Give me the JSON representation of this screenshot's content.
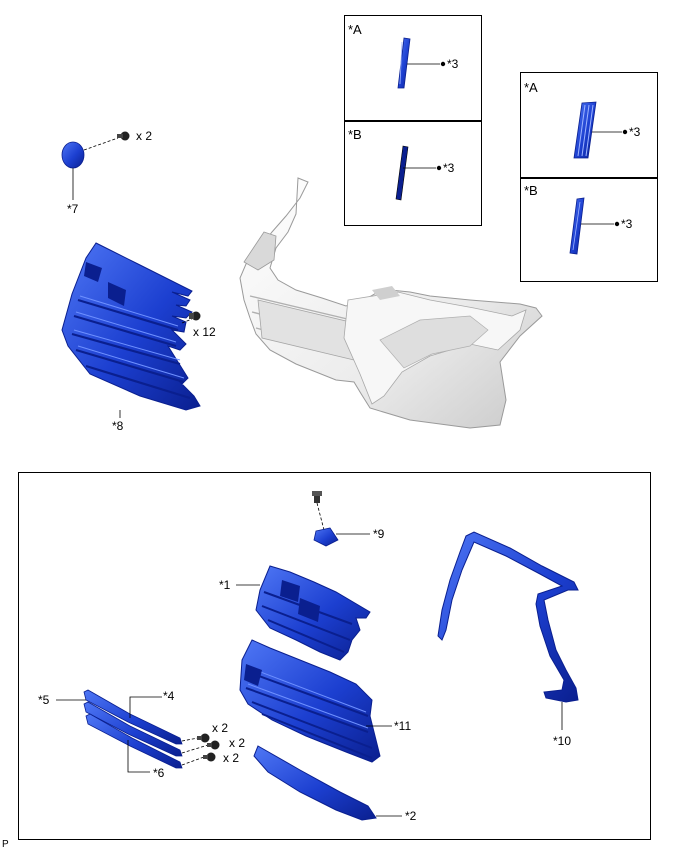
{
  "diagram": {
    "colors": {
      "part_blue": "#1c3fd0",
      "part_blue_dark": "#0a1f8f",
      "part_blue_light": "#4f77f5",
      "bumper_fill": "#f2f2f2",
      "bumper_shade": "#c9c9c9",
      "line": "#000000"
    },
    "labels": {
      "a1": "*A",
      "b1": "*B",
      "a2": "*A",
      "b2": "*B",
      "c3a": "*3",
      "c3b": "*3",
      "c3c": "*3",
      "c3d": "*3",
      "p7": "*7",
      "p8": "*8",
      "p1": "*1",
      "p2": "*2",
      "p4": "*4",
      "p5": "*5",
      "p6": "*6",
      "p9": "*9",
      "p10": "*10",
      "p11": "*11",
      "qty_7": "x 2",
      "qty_8": "x 12",
      "qty_4a": "x 2",
      "qty_4b": "x 2",
      "qty_4c": "x 2"
    },
    "corner_mark": "P"
  }
}
